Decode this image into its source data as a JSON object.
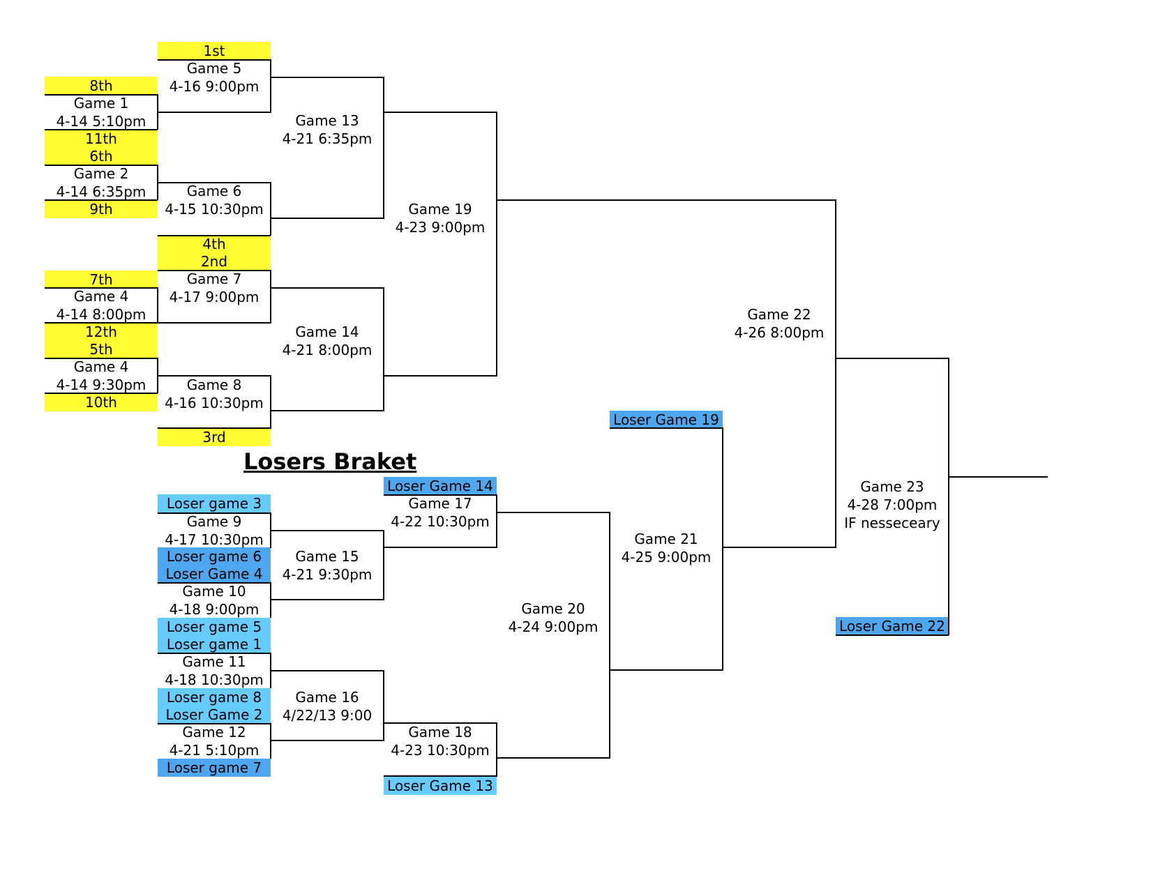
{
  "title": "Losers Braket",
  "winners": {
    "seeds": [
      "1st",
      "8th",
      "11th",
      "6th",
      "9th",
      "4th",
      "2nd",
      "7th",
      "12th",
      "5th",
      "10th",
      "3rd"
    ],
    "games": [
      {
        "name": "Game 5",
        "date": "4-16 9:00pm"
      },
      {
        "name": "Game 1",
        "date": "4-14 5:10pm"
      },
      {
        "name": "Game 2",
        "date": "4-14 6:35pm"
      },
      {
        "name": "Game 6",
        "date": "4-15 10:30pm"
      },
      {
        "name": "Game 7",
        "date": "4-17 9:00pm"
      },
      {
        "name": "Game 4",
        "date": "4-14 8:00pm"
      },
      {
        "name": "Game 4",
        "date": "4-14 9:30pm"
      },
      {
        "name": "Game 8",
        "date": "4-16 10:30pm"
      },
      {
        "name": "Game 13",
        "date": "4-21 6:35pm"
      },
      {
        "name": "Game 14",
        "date": "4-21 8:00pm"
      },
      {
        "name": "Game 19",
        "date": "4-23 9:00pm"
      },
      {
        "name": "Game 22",
        "date": "4-26 8:00pm"
      }
    ]
  },
  "final": {
    "name": "Game 23",
    "date": "4-28 7:00pm",
    "note": "IF nesseceary"
  },
  "losers": {
    "labels": [
      "Loser game 3",
      "Loser game 6",
      "Loser Game 4",
      "Loser game 5",
      "Loser game 1",
      "Loser game 8",
      "Loser Game 2",
      "Loser game 7",
      "Loser Game 14",
      "Loser Game 13",
      "Loser Game 19",
      "Loser Game 22"
    ],
    "games": [
      {
        "name": "Game 9",
        "date": "4-17 10:30pm"
      },
      {
        "name": "Game 10",
        "date": "4-18 9:00pm"
      },
      {
        "name": "Game 11",
        "date": "4-18 10:30pm"
      },
      {
        "name": "Game 12",
        "date": "4-21 5:10pm"
      },
      {
        "name": "Game 15",
        "date": "4-21 9:30pm"
      },
      {
        "name": "Game 16",
        "date": "4/22/13 9:00"
      },
      {
        "name": "Game 17",
        "date": "4-22 10:30pm"
      },
      {
        "name": "Game 18",
        "date": "4-23 10:30pm"
      },
      {
        "name": "Game 20",
        "date": "4-24 9:00pm"
      },
      {
        "name": "Game 21",
        "date": "4-25 9:00pm"
      }
    ]
  },
  "colors": {
    "seed": "#ffff33",
    "loser_light": "#66ccff",
    "loser_mid": "#4da6ee",
    "line": "#000000"
  }
}
